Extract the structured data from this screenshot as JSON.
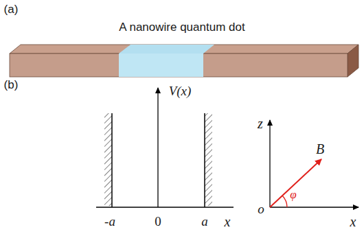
{
  "diagram": {
    "labels": [
      "(a)",
      "A nanowire quantum dot",
      "(b)",
      "V(x)",
      "-a",
      "0",
      "a",
      "x",
      "z",
      "B",
      "φ",
      "o",
      "x"
    ]
  }
}
